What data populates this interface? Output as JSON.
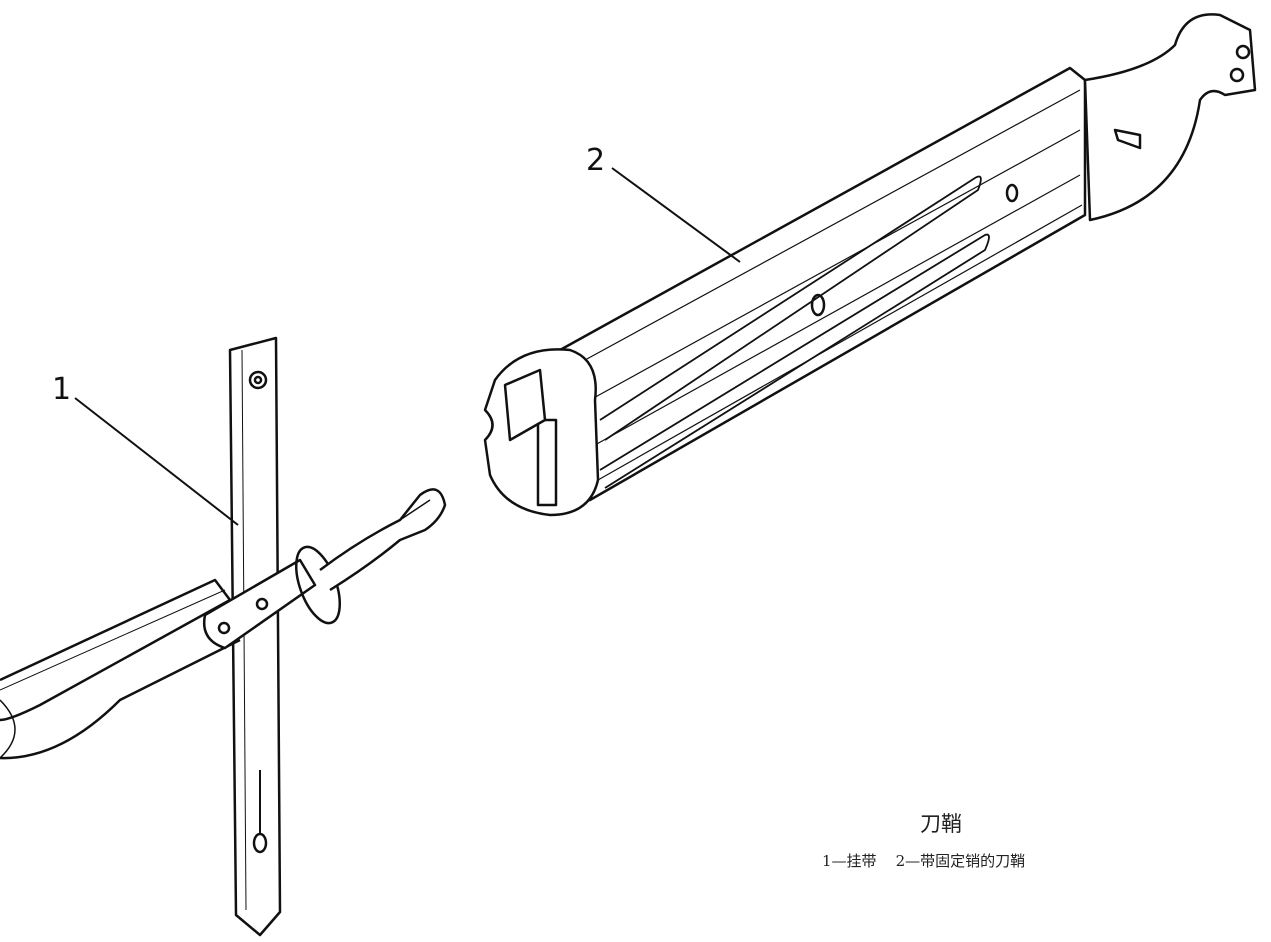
{
  "labels": {
    "part1": "1",
    "part2": "2"
  },
  "caption": {
    "title": "刀鞘",
    "legend": "1—挂带    2—带固定销的刀鞘"
  }
}
